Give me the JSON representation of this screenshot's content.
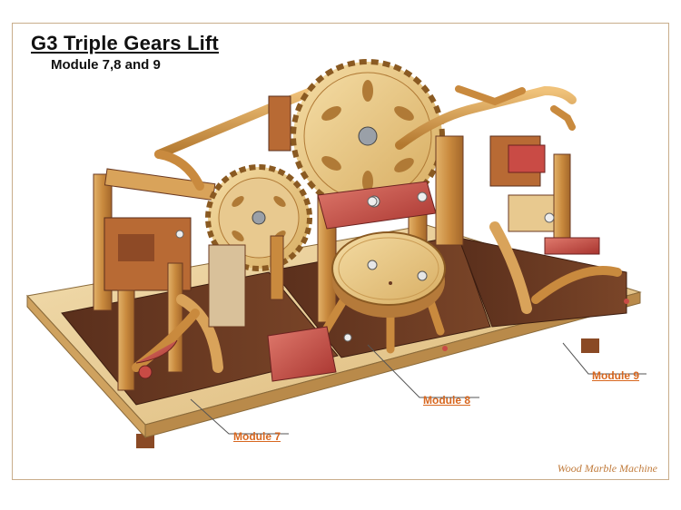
{
  "title": "G3 Triple Gears Lift",
  "subtitle": "Module 7,8 and 9",
  "callouts": {
    "module9": "Module 9",
    "module8": "Module 8",
    "module7": "Module 7"
  },
  "watermark": "Wood Marble Machine",
  "colors": {
    "light_wood": "#e8c98f",
    "medium_wood": "#c98a3e",
    "dark_wood": "#6b3a22",
    "red_wood": "#c94b45",
    "brass": "#d4a24c",
    "label_orange": "#d8671f",
    "frame_border": "#c9ad8b"
  }
}
